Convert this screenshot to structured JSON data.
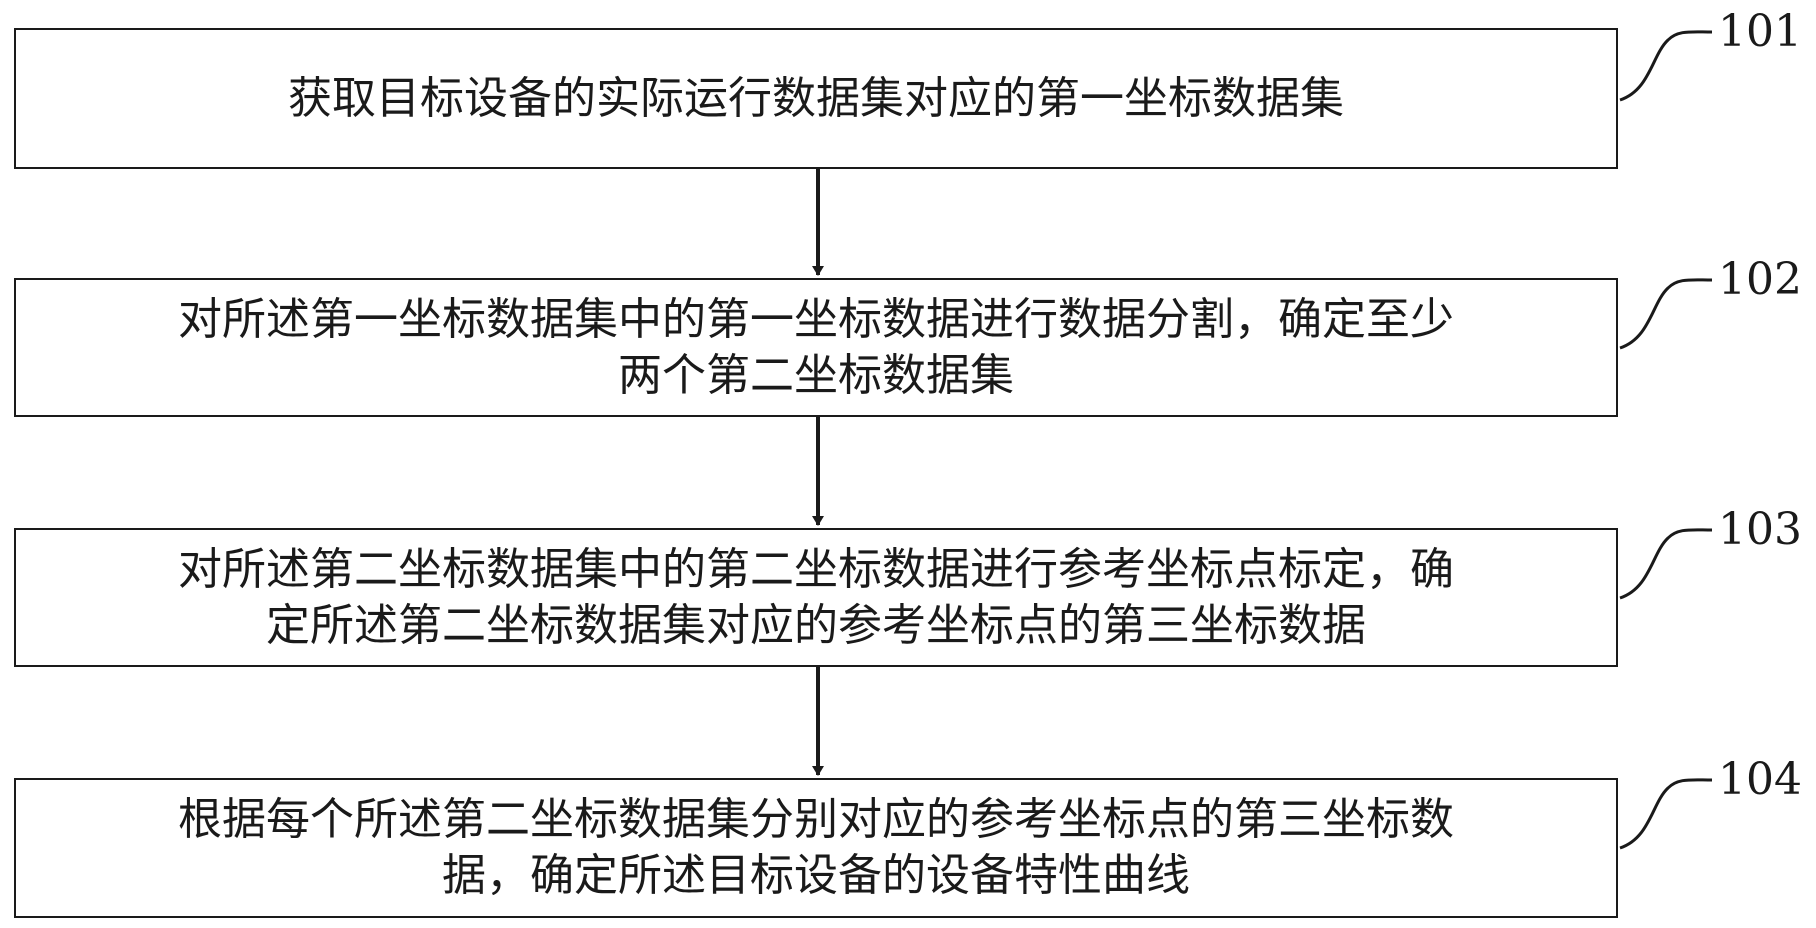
{
  "steps": [
    {
      "id": "101",
      "lines": [
        "获取目标设备的实际运行数据集对应的第一坐标数据集"
      ]
    },
    {
      "id": "102",
      "lines": [
        "对所述第一坐标数据集中的第一坐标数据进行数据分割，确定至少",
        "两个第二坐标数据集"
      ]
    },
    {
      "id": "103",
      "lines": [
        "对所述第二坐标数据集中的第二坐标数据进行参考坐标点标定，确",
        "定所述第二坐标数据集对应的参考坐标点的第三坐标数据"
      ]
    },
    {
      "id": "104",
      "lines": [
        "根据每个所述第二坐标数据集分别对应的参考坐标点的第三坐标数",
        "据，确定所述目标设备的设备特性曲线"
      ]
    }
  ]
}
